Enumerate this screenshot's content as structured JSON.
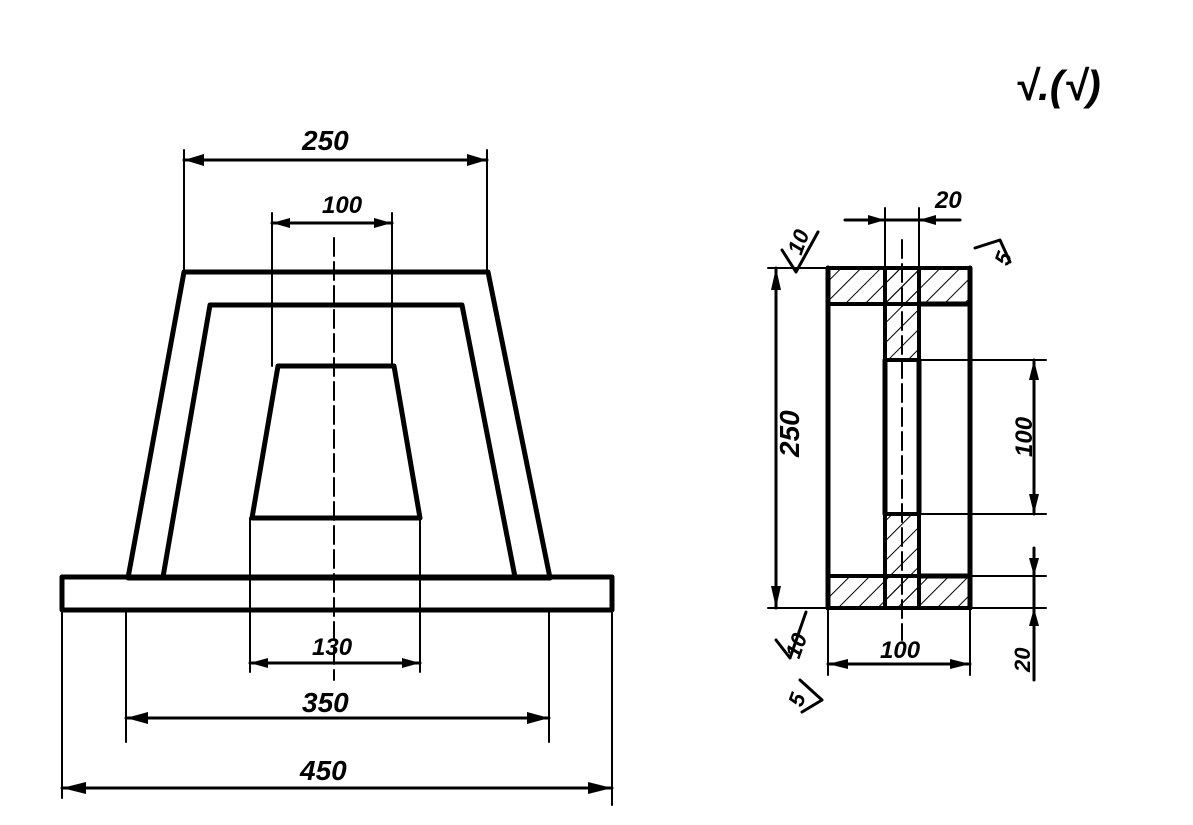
{
  "corner_mark": "√.(√)",
  "front_view": {
    "dim_top_width": "250",
    "dim_inner_top": "100",
    "dim_window_bottom": "130",
    "dim_base_inner": "350",
    "dim_base_total": "450"
  },
  "section_view": {
    "dim_web": "20",
    "roughness_top_left": "10",
    "roughness_top_right": "5",
    "dim_height": "250",
    "dim_window": "100",
    "roughness_bottom_left": "10",
    "dim_bottom_width": "100",
    "roughness_bottom_corner": "5",
    "dim_bottom_flange": "20"
  },
  "colors": {
    "ink": "#000000",
    "paper": "#ffffff"
  }
}
